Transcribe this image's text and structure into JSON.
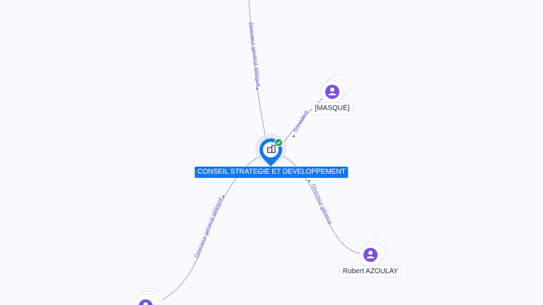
{
  "graph": {
    "company": {
      "name": "CONSEIL STRATEGIE ET DEVELOPPEMENT",
      "icon": "building-icon",
      "status_icon": "check-icon",
      "accent_color": "#1677ee",
      "status_color": "#1e9e5a"
    },
    "people": [
      {
        "id": "masque",
        "name": "[MASQUÉ]",
        "icon": "person-icon"
      },
      {
        "id": "azoulay",
        "name": "Robert AZOULAY",
        "icon": "person-icon"
      },
      {
        "id": "bottom-left",
        "name": "",
        "icon": "person-icon"
      },
      {
        "id": "top",
        "name": "",
        "icon": "person-icon"
      }
    ],
    "edges": [
      {
        "from": "top",
        "to": "company",
        "label": "Directeur général délégué"
      },
      {
        "from": "masque",
        "to": "company",
        "label": "Président"
      },
      {
        "from": "company",
        "to": "azoulay",
        "label": "Directeur général"
      },
      {
        "from": "company",
        "to": "bottom-left",
        "label": "Directeur général délégué"
      }
    ],
    "person_color": "#7b4fe0",
    "edge_color": "#8a93a8",
    "edge_label_color": "#6b5bd6"
  }
}
